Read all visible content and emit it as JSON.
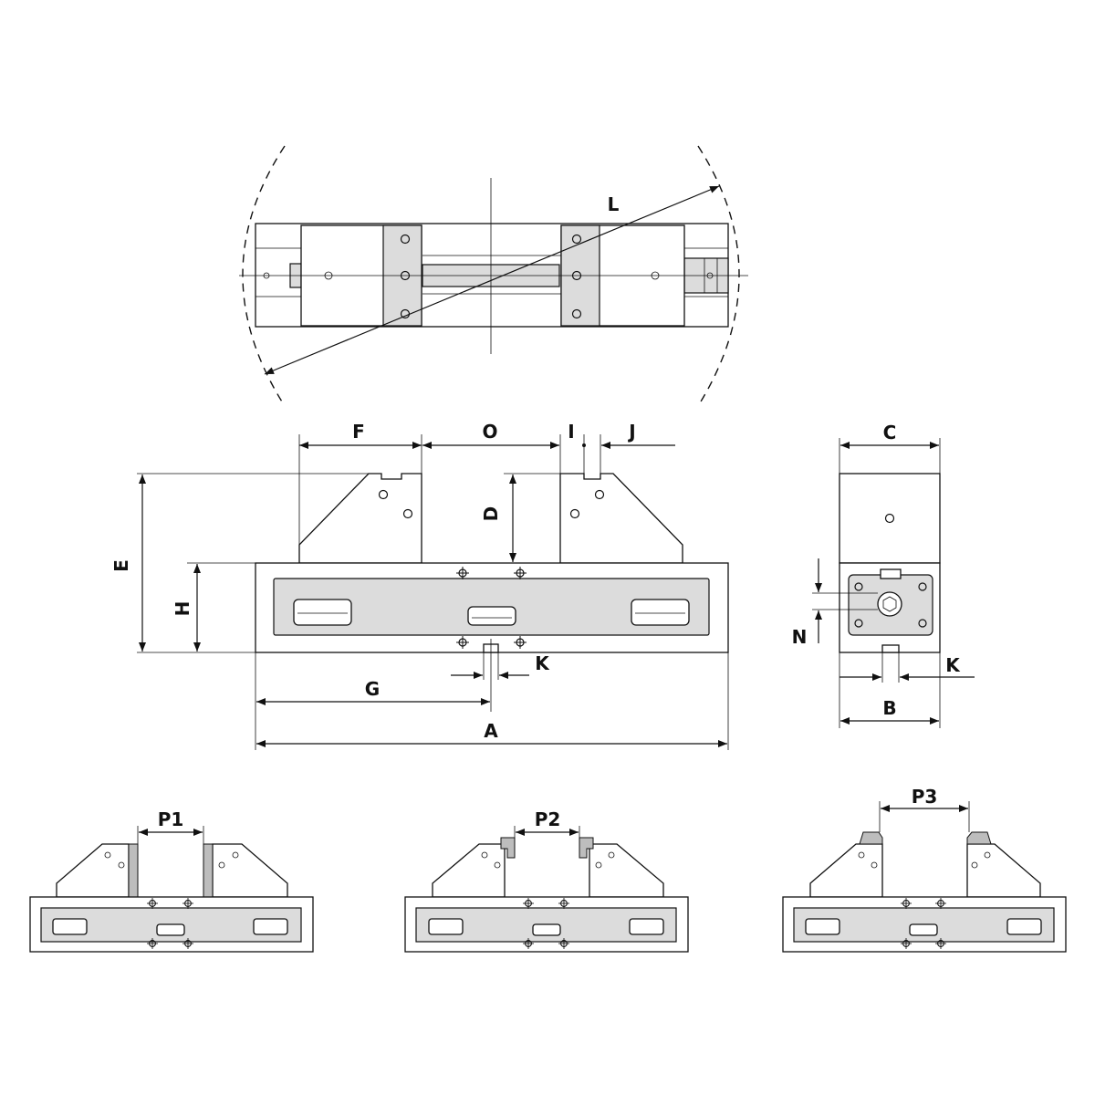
{
  "diagram": {
    "top_view": {
      "labels": {
        "L": "L"
      }
    },
    "front_view": {
      "labels": {
        "F": "F",
        "O": "O",
        "I": "I",
        "J": "J",
        "D": "D",
        "E": "E",
        "H": "H",
        "K": "K",
        "G": "G",
        "A": "A"
      }
    },
    "side_view": {
      "labels": {
        "C": "C",
        "N": "N",
        "K": "K",
        "B": "B"
      }
    },
    "jaw_positions": [
      {
        "label": "P1"
      },
      {
        "label": "P2"
      },
      {
        "label": "P3"
      }
    ]
  }
}
